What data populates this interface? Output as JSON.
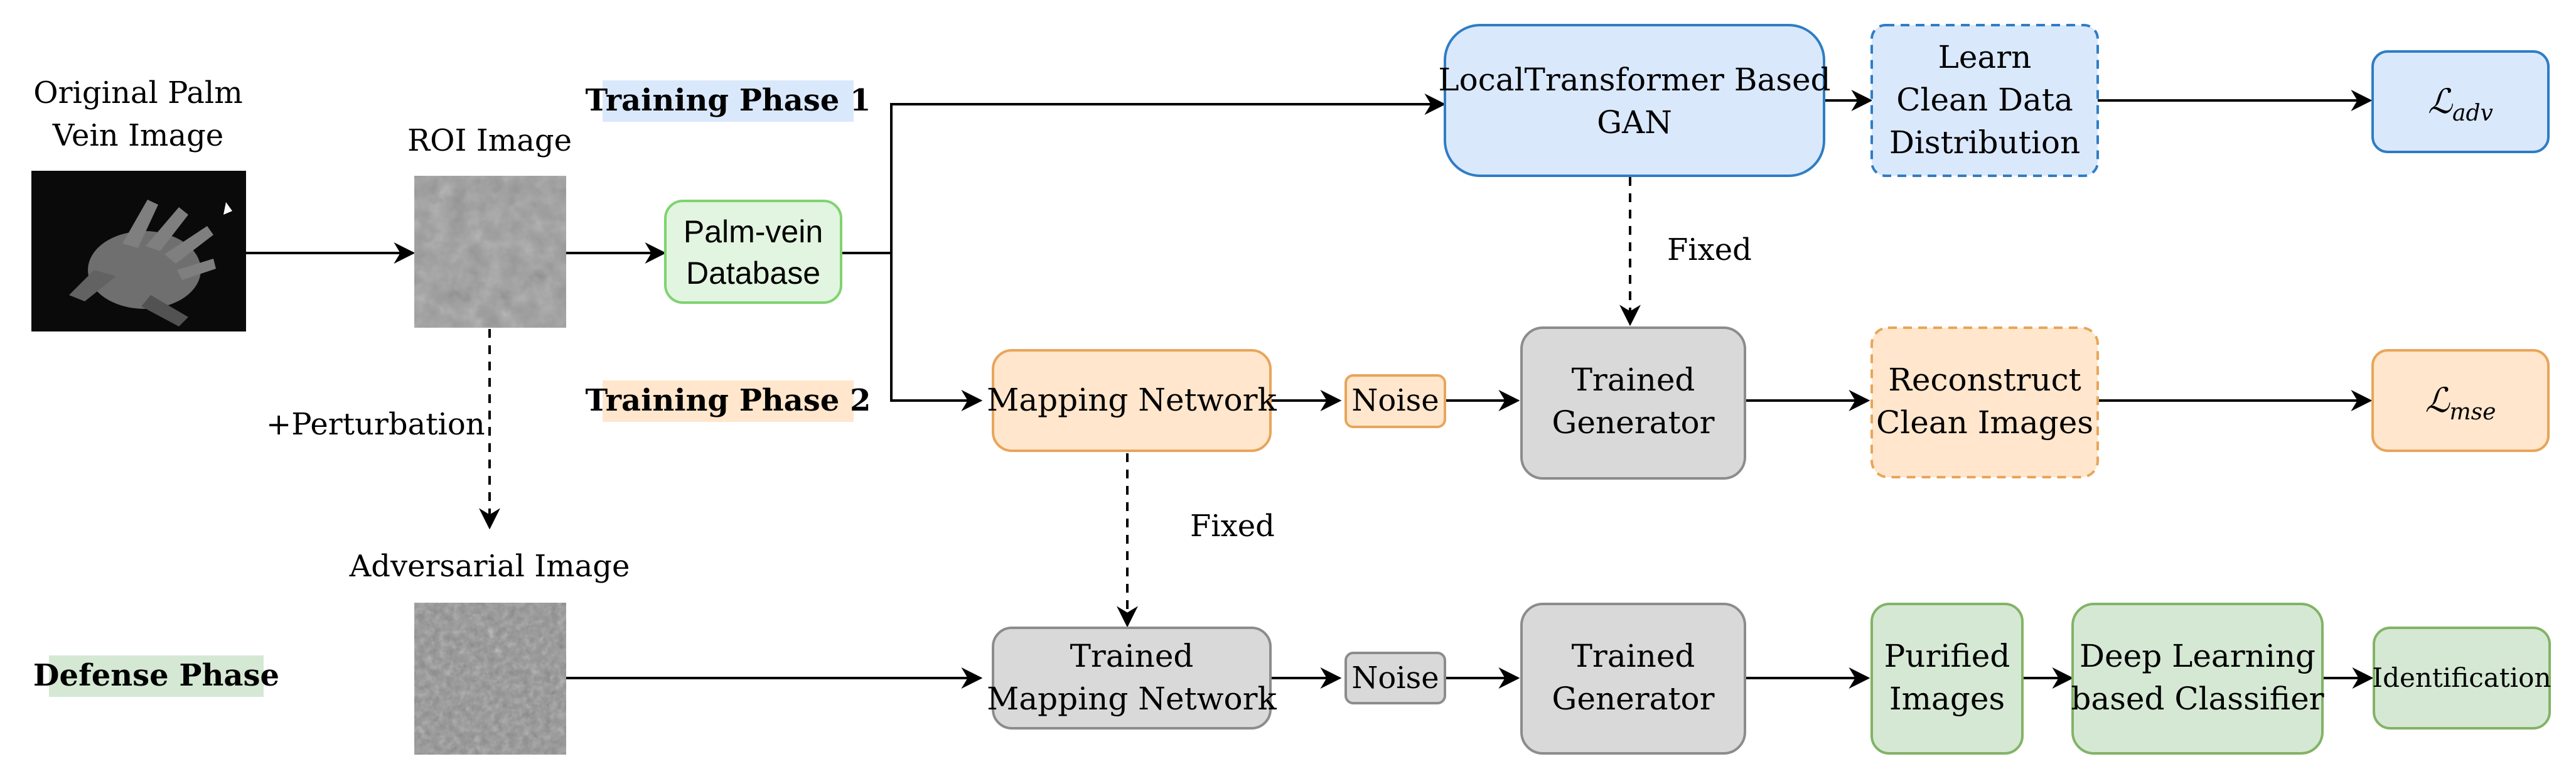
{
  "labels": {
    "original_palm_line1": "Original Palm",
    "original_palm_line2": "Vein Image",
    "roi_image": "ROI Image",
    "perturbation": "+Perturbation",
    "adversarial_image": "Adversarial Image",
    "fixed_top": "Fixed",
    "fixed_bottom": "Fixed"
  },
  "phases": {
    "training_phase_1": "Training Phase 1",
    "training_phase_2": "Training Phase 2",
    "defense_phase": "Defense Phase"
  },
  "nodes": {
    "database_line1": "Palm-vein",
    "database_line2": "Database",
    "gan_line1": "LocalTransformer Based",
    "gan_line2": "GAN",
    "learn_line1": "Learn",
    "learn_line2": "Clean Data",
    "learn_line3": "Distribution",
    "loss_adv_base": "ℒ",
    "loss_adv_sub": "adv",
    "mapping_network": "Mapping Network",
    "noise_1": "Noise",
    "trained_gen1_line1": "Trained",
    "trained_gen1_line2": "Generator",
    "reconstruct_line1": "Reconstruct",
    "reconstruct_line2": "Clean Images",
    "loss_mse_base": "ℒ",
    "loss_mse_sub": "mse",
    "trained_mapping_line1": "Trained",
    "trained_mapping_line2": "Mapping Network",
    "noise_2": "Noise",
    "trained_gen2_line1": "Trained",
    "trained_gen2_line2": "Generator",
    "purified_line1": "Purified",
    "purified_line2": "Images",
    "classifier_line1": "Deep Learning",
    "classifier_line2": "based Classifier",
    "identification": "Identification"
  },
  "colors": {
    "blue_fill": "#dae8fc",
    "blue_stroke": "#2f7dc4",
    "orange_fill": "#ffe6cc",
    "orange_stroke": "#e8a55a",
    "green_fill": "#d5e8d4",
    "green_stroke": "#82b366",
    "gray_fill": "#d9d9d9",
    "gray_stroke": "#8c8c8c",
    "db_fill": "#e2f5e0",
    "db_stroke": "#7fd36f"
  }
}
